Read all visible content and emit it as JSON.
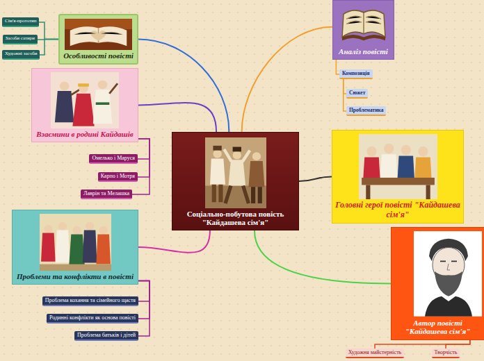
{
  "diagram": {
    "nodes": [
      {
        "text": [
          "Соціально-побутова повість \"Кайдашева сім'я\""
        ]
      },
      {
        "text": [
          "Особливості повісті"
        ]
      },
      {
        "text": [
          "Сім'я-прототип"
        ]
      },
      {
        "text": [
          "Засоби сатири"
        ]
      },
      {
        "text": [
          "Художні засоби"
        ]
      },
      {
        "text": [
          "Взаємини в родині Кайдашів"
        ]
      },
      {
        "text": [
          "Омелько і Маруся"
        ]
      },
      {
        "text": [
          "Карпо і Мотря"
        ]
      },
      {
        "text": [
          "Лаврін та Мелашка"
        ]
      },
      {
        "text": [
          "Проблеми та конфлікти в повісті"
        ]
      },
      {
        "text": [
          "Проблема кохання та сімейного щастя"
        ]
      },
      {
        "text": [
          "Родинні конфлікти як основа повісті"
        ]
      },
      {
        "text": [
          "Проблема батьків і дітей"
        ]
      },
      {
        "text": [
          "Аналіз повісті"
        ]
      },
      {
        "text": [
          "Композиція"
        ]
      },
      {
        "text": [
          "Сюжет"
        ]
      },
      {
        "text": [
          "Проблематика"
        ]
      },
      {
        "text": [
          "Головні герої повісті \"Кайдашева сім'я\""
        ]
      },
      {
        "text": [
          "Автор повісті \"Кайдашева сім'я\""
        ]
      },
      {
        "text": [
          "Художня майстерність"
        ]
      },
      {
        "text": [
          "Творчість"
        ]
      }
    ],
    "edges": [
      {
        "from": 0,
        "to": 1,
        "arrow": "none"
      },
      {
        "from": 0,
        "to": 5,
        "arrow": "none"
      },
      {
        "from": 0,
        "to": 9,
        "arrow": "none"
      },
      {
        "from": 0,
        "to": 13,
        "arrow": "none"
      },
      {
        "from": 0,
        "to": 17,
        "arrow": "none"
      },
      {
        "from": 0,
        "to": 18,
        "arrow": "none"
      },
      {
        "from": 1,
        "to": 2,
        "arrow": "none"
      },
      {
        "from": 1,
        "to": 3,
        "arrow": "none"
      },
      {
        "from": 1,
        "to": 4,
        "arrow": "none"
      },
      {
        "from": 5,
        "to": 6,
        "arrow": "none"
      },
      {
        "from": 5,
        "to": 7,
        "arrow": "none"
      },
      {
        "from": 5,
        "to": 8,
        "arrow": "none"
      },
      {
        "from": 9,
        "to": 10,
        "arrow": "none"
      },
      {
        "from": 9,
        "to": 11,
        "arrow": "none"
      },
      {
        "from": 9,
        "to": 12,
        "arrow": "none"
      },
      {
        "from": 13,
        "to": 14,
        "arrow": "none"
      },
      {
        "from": 14,
        "to": 15,
        "arrow": "none"
      },
      {
        "from": 14,
        "to": 16,
        "arrow": "none"
      },
      {
        "from": 18,
        "to": 19,
        "arrow": "none"
      },
      {
        "from": 18,
        "to": 20,
        "arrow": "none"
      }
    ]
  }
}
